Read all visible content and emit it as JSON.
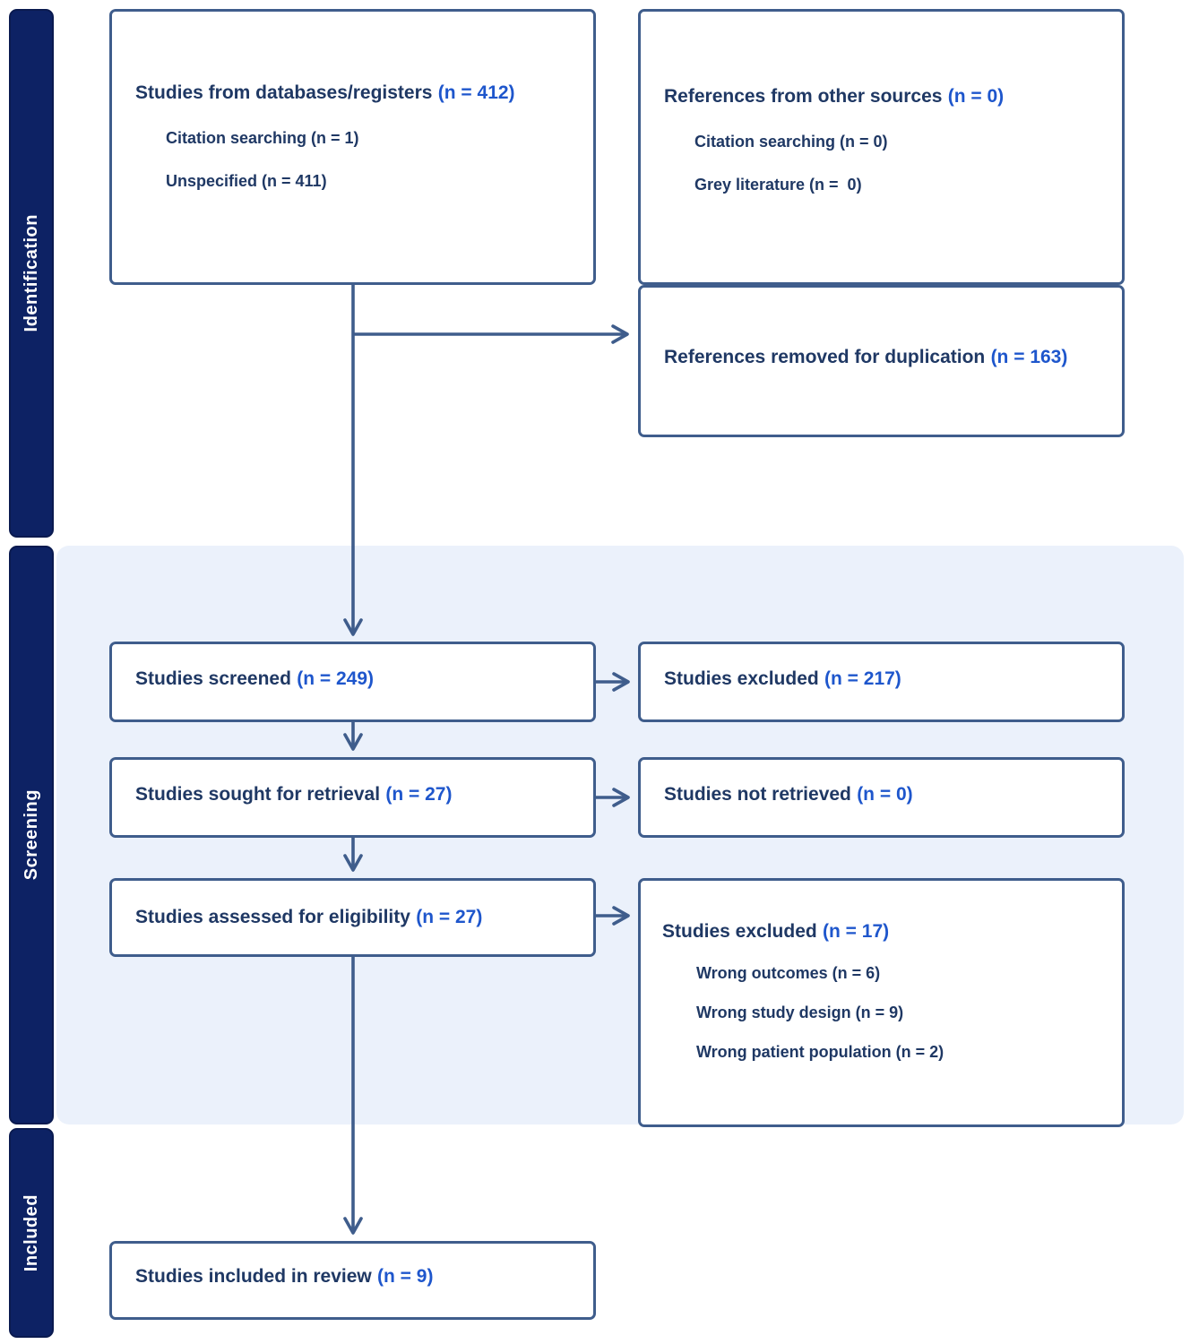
{
  "sidebar": {
    "identification": "Identification",
    "screening": "Screening",
    "included": "Included"
  },
  "boxes": {
    "databases": {
      "label": "Studies from databases/registers",
      "count": "(n = 412)",
      "subs": [
        "Citation searching (n = 1)",
        "Unspecified (n = 411)"
      ]
    },
    "other_sources": {
      "label": "References from other sources",
      "count": "(n = 0)",
      "subs": [
        "Citation searching (n = 0)",
        "Grey literature (n =  0)"
      ]
    },
    "duplicates_removed": {
      "label": "References removed for duplication",
      "count": "(n = 163)"
    },
    "screened": {
      "label": "Studies screened",
      "count": "(n = 249)"
    },
    "excluded_screening": {
      "label": "Studies excluded",
      "count": "(n = 217)"
    },
    "sought_retrieval": {
      "label": "Studies sought for retrieval",
      "count": "(n = 27)"
    },
    "not_retrieved": {
      "label": "Studies not retrieved",
      "count": "(n = 0)"
    },
    "assessed": {
      "label": "Studies assessed for eligibility",
      "count": "(n = 27)"
    },
    "excluded_eligibility": {
      "label": "Studies excluded",
      "count": "(n = 17)",
      "subs": [
        "Wrong outcomes (n = 6)",
        "Wrong study design (n = 9)",
        "Wrong patient population (n = 2)"
      ]
    },
    "included_review": {
      "label": "Studies included in review",
      "count": "(n = 9)"
    }
  },
  "colors": {
    "sidebar_fill": "#0d2264",
    "band_fill": "#ebf1fb",
    "box_border": "#3f5d8c",
    "arrow": "#3f5d8c",
    "title_text": "#1f3864",
    "count_text": "#1e56cc"
  }
}
